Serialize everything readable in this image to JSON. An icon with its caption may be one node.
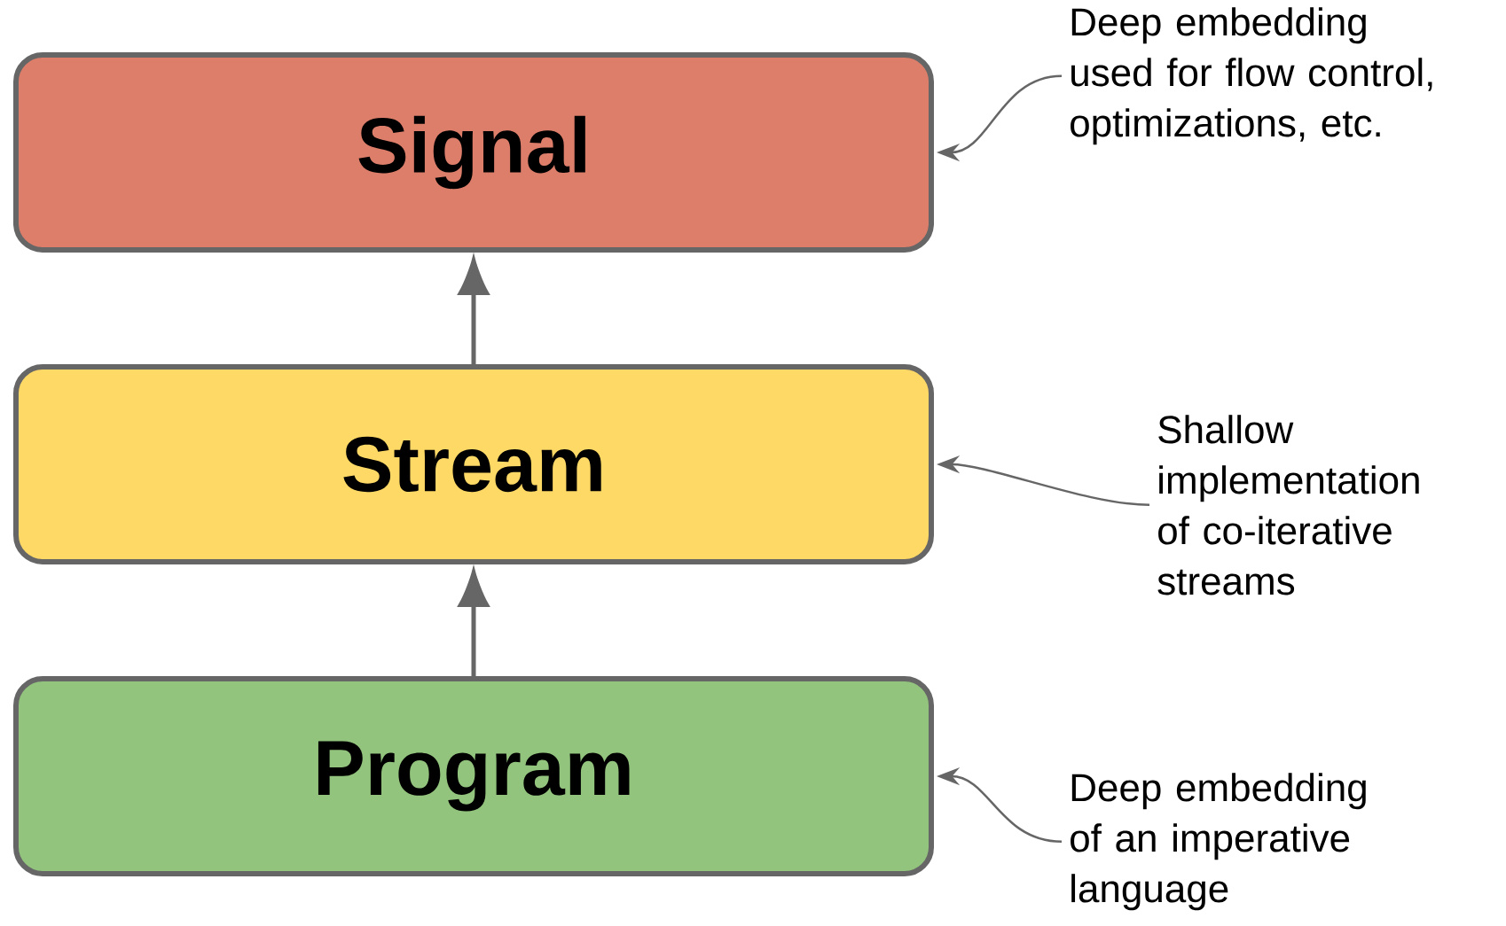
{
  "diagram": {
    "nodes": [
      {
        "text": [
          "Signal"
        ]
      },
      {
        "text": [
          "Deep embedding used for flow control, optimizations, etc."
        ]
      },
      {
        "text": [
          "Stream"
        ]
      },
      {
        "text": [
          "Shallow implementation of co-iterative streams"
        ]
      },
      {
        "text": [
          "Program"
        ]
      },
      {
        "text": [
          "Deep embedding of an imperative language"
        ]
      }
    ],
    "edges": [
      {
        "from": 4,
        "to": 2,
        "arrow": "to"
      },
      {
        "from": 2,
        "to": 0,
        "arrow": "to"
      },
      {
        "from": 1,
        "to": 0,
        "arrow": "to"
      },
      {
        "from": 3,
        "to": 2,
        "arrow": "to"
      },
      {
        "from": 5,
        "to": 4,
        "arrow": "to"
      }
    ]
  }
}
